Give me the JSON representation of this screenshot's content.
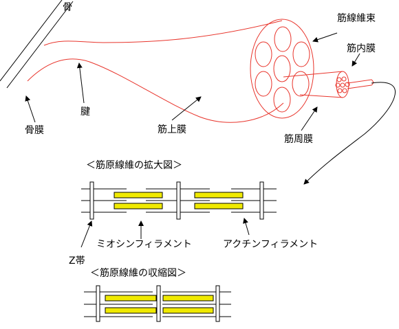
{
  "labels": {
    "bone": "骨",
    "periosteum": "骨膜",
    "tendon": "腱",
    "epimysium": "筋上膜",
    "muscle_fiber_bundle": "筋線維束",
    "endomysium": "筋内膜",
    "perimysium": "筋周膜",
    "myosin_filament": "ミオシンフィラメント",
    "actin_filament": "アクチンフィラメント",
    "z_band": "Z帯"
  },
  "headings": {
    "enlarged": "＜筋原線維の拡大図＞",
    "contracted": "＜筋原線維の収縮図＞"
  },
  "colors": {
    "line": "#000000",
    "muscle_outline": "#e8332a",
    "myosin_fill": "#f0ea00",
    "background": "#ffffff"
  }
}
